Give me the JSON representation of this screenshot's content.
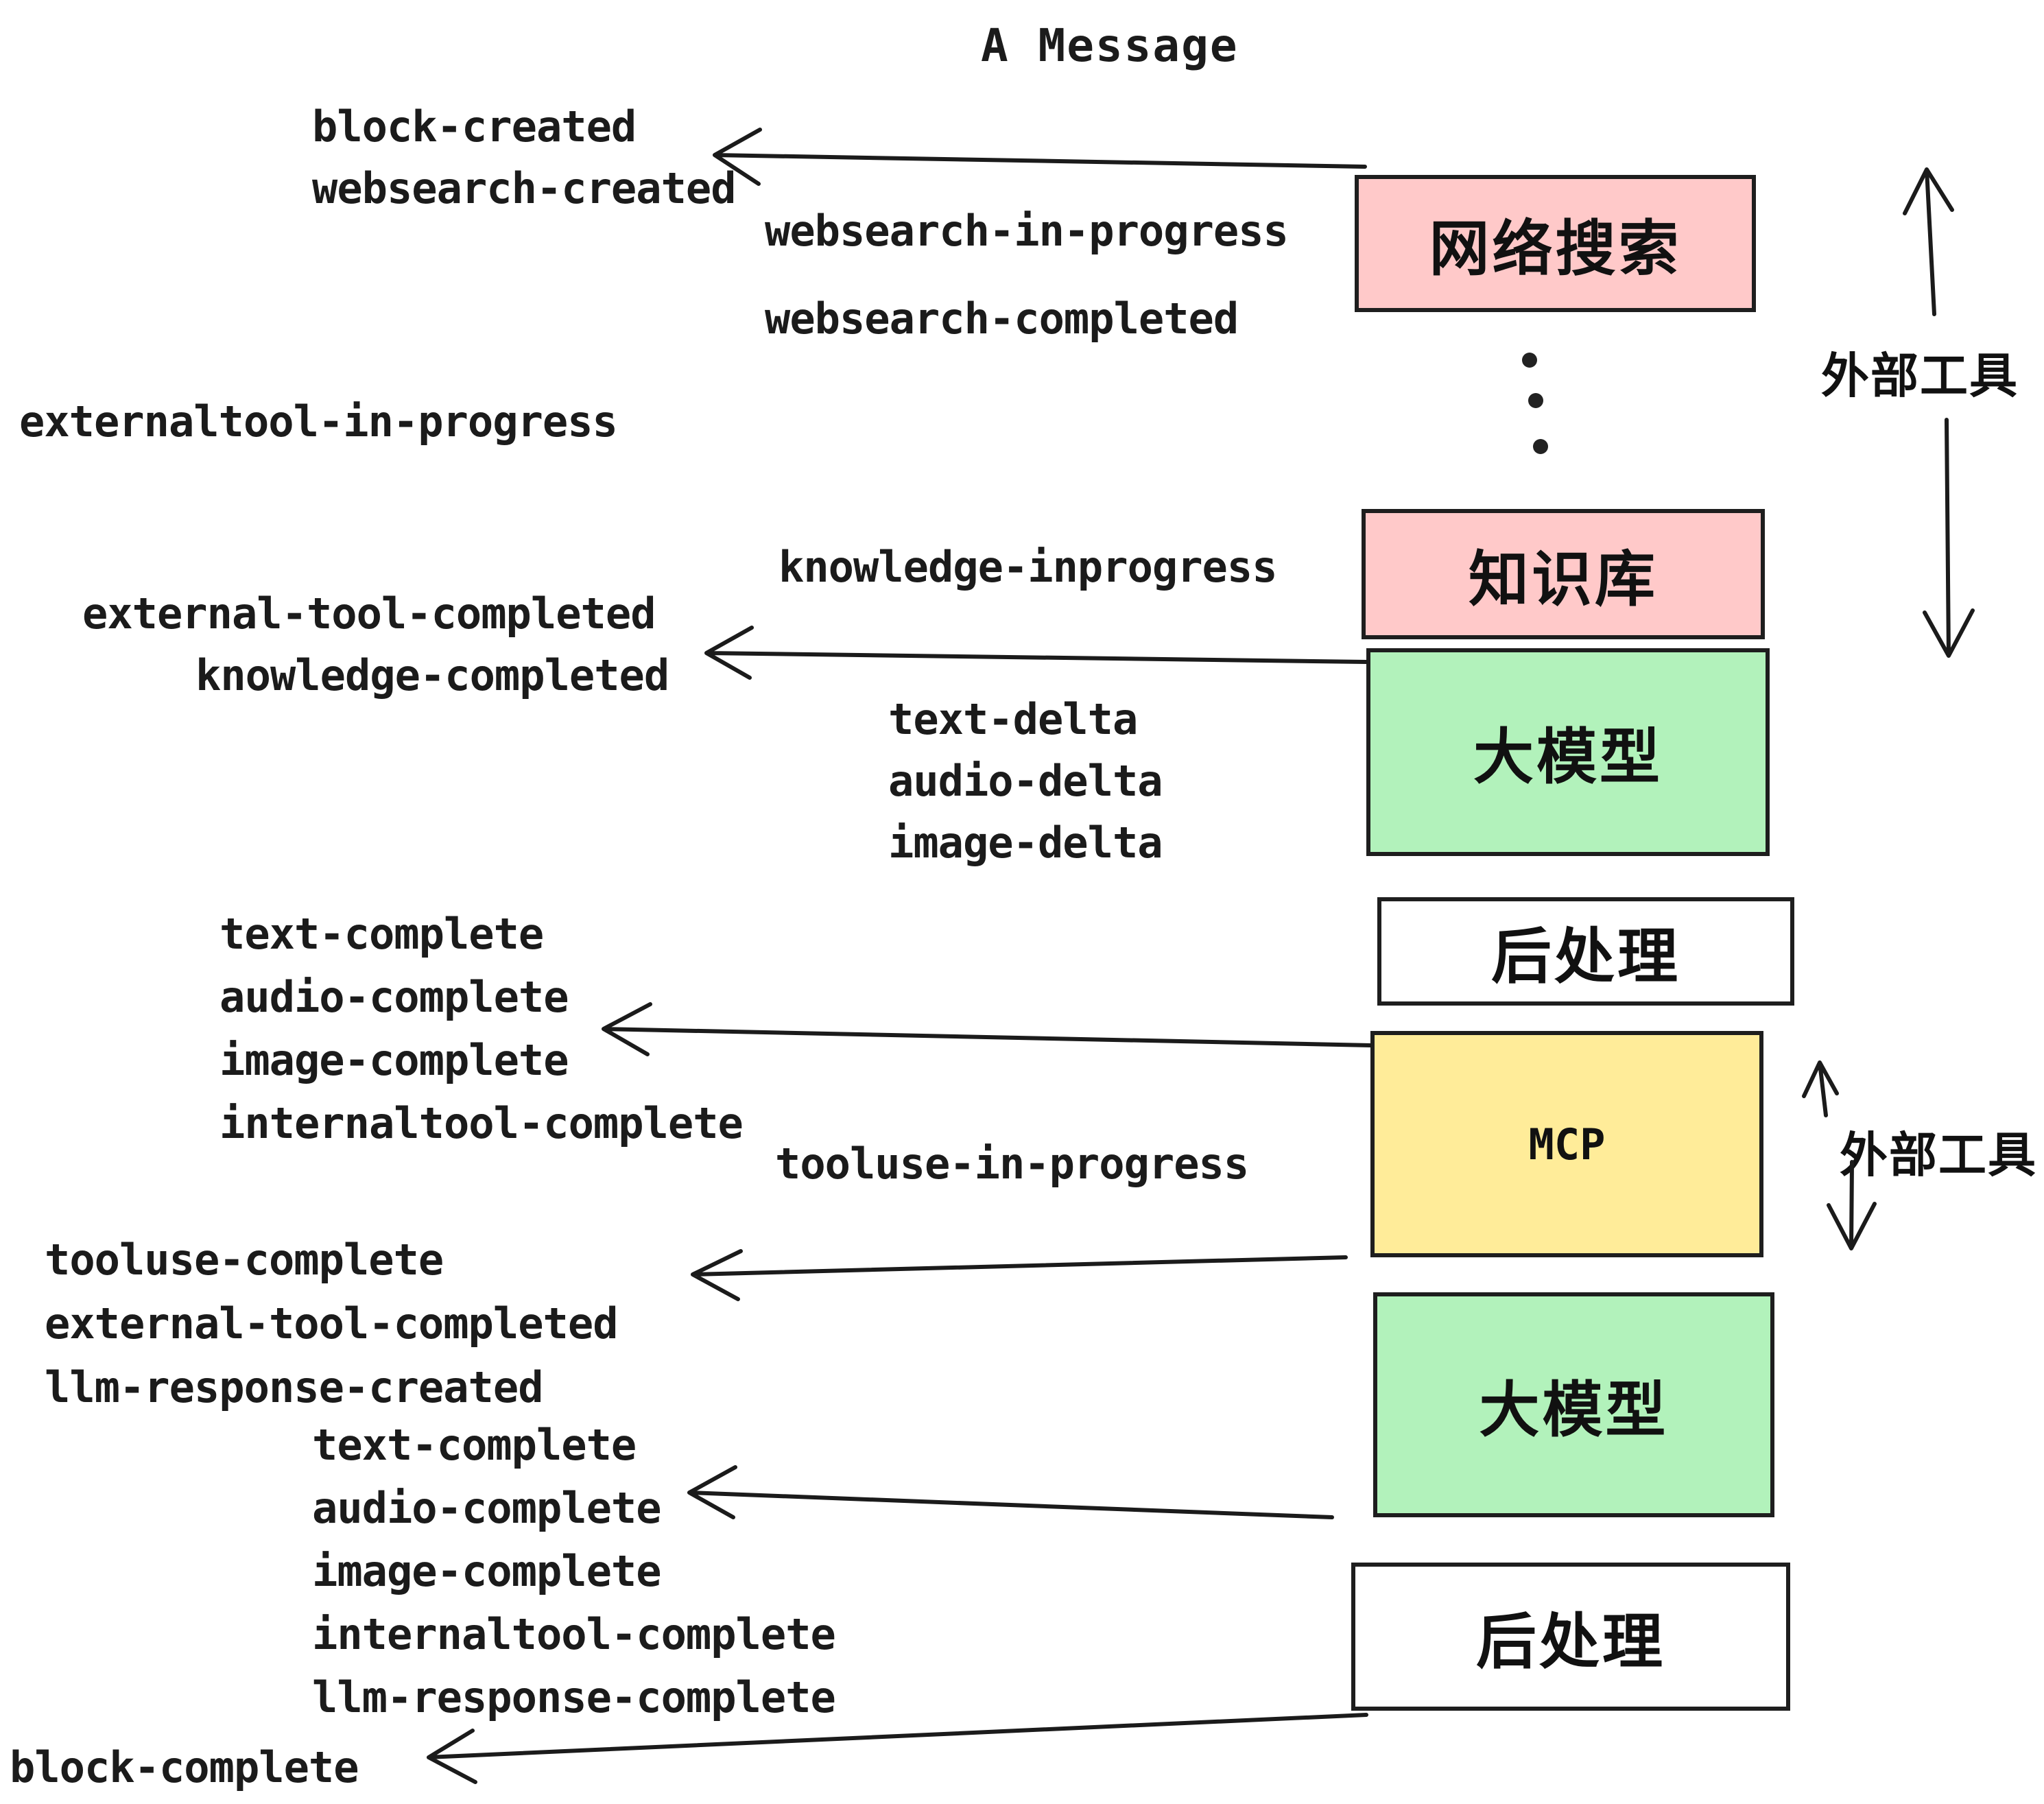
{
  "title": "A Message",
  "colors": {
    "box_websearch": "#ffc9c9",
    "box_knowledge": "#ffc9c9",
    "box_llm": "#b2f2bb",
    "box_post": "#ffffff",
    "box_mcp": "#ffec99",
    "border": "#1e1e1e",
    "ink": "#1b1b1b"
  },
  "boxes": {
    "websearch": "网络搜索",
    "knowledge": "知识库",
    "llm_1": "大模型",
    "post_1": "后处理",
    "mcp": "MCP",
    "llm_2": "大模型",
    "post_2": "后处理"
  },
  "side_labels": {
    "external_tools_top": "外部工具",
    "external_tools_mid": "外部工具"
  },
  "events": {
    "block_created": "block-created",
    "websearch_created": "websearch-created",
    "websearch_in_progress": "websearch-in-progress",
    "websearch_completed": "websearch-completed",
    "externaltool_in_progress": "externaltool-in-progress",
    "knowledge_inprogress": "knowledge-inprogress",
    "external_tool_completed_1": "external-tool-completed",
    "knowledge_completed": "knowledge-completed",
    "text_delta_1": "text-delta",
    "audio_delta_1": "audio-delta",
    "image_delta_1": "image-delta",
    "text_complete_1": "text-complete",
    "audio_complete_1": "audio-complete",
    "image_complete_1": "image-complete",
    "internaltool_complete_1": "internaltool-complete",
    "tooluse_in_progress": "tooluse-in-progress",
    "tooluse_complete": "tooluse-complete",
    "external_tool_completed_2": "external-tool-completed",
    "llm_response_created": "llm-response-created",
    "text_complete_2": "text-complete",
    "audio_complete_2": "audio-complete",
    "image_complete_2": "image-complete",
    "internaltool_complete_2": "internaltool-complete",
    "llm_response_complete": "llm-response-complete",
    "block_complete": "block-complete"
  }
}
